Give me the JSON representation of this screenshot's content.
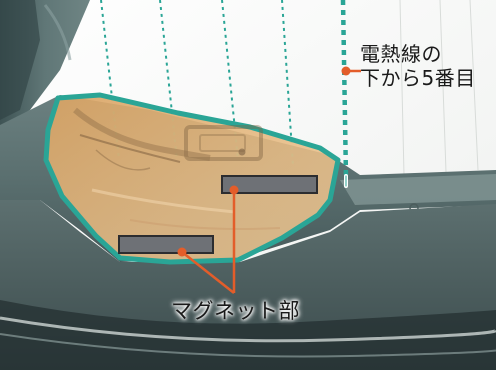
{
  "image": {
    "description_labels": {
      "heater_wire_line1": "電熱線の",
      "heater_wire_line2": "下から5番目",
      "magnet_part": "マグネット部"
    },
    "colors": {
      "callout_line": "#e35d2a",
      "highlight_outline": "#2aa596",
      "highlight_fill": "#e8b878",
      "heater_dots": "#2aa596",
      "magnet_bar": "#6e7176",
      "trim_panel": "#556a6a",
      "glass": "#f4f5f3"
    },
    "heater_line_count": 5,
    "marked_heater_line_from_bottom": 5
  }
}
